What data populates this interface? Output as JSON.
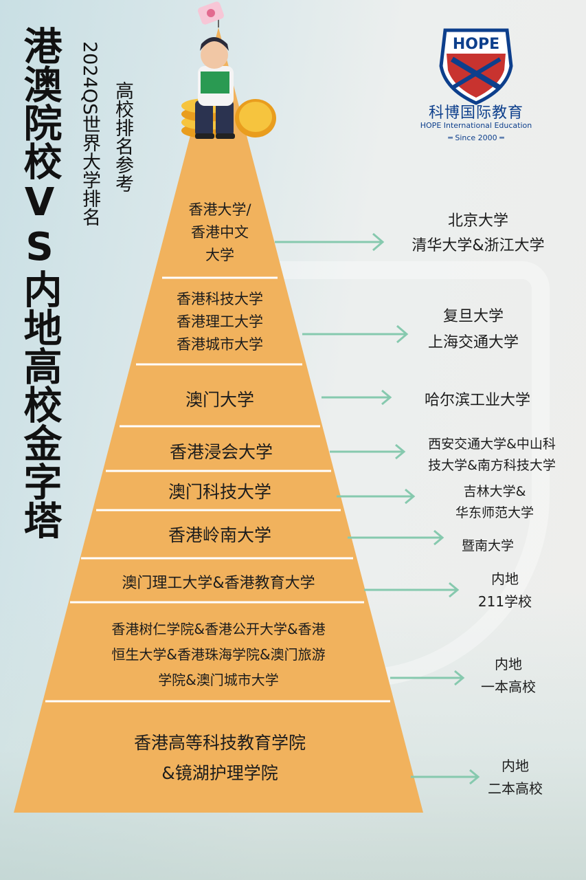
{
  "title": "港澳院校VS内地高校金字塔",
  "subtitle_1": "2024QS世界大学排名",
  "subtitle_2": "高校排名参考",
  "logo": {
    "shield_text": "HOPE",
    "name_cn": "科博国际教育",
    "name_en": "HOPE International Education",
    "since": "═ Since 2000 ═"
  },
  "colors": {
    "pyramid": "#f1b25d",
    "divider": "#ffffff",
    "arrow": "#86c9ae",
    "brand_blue": "#0d3f8c",
    "brand_red": "#c8332f"
  },
  "tiers": [
    {
      "lines": [
        "香港大学/",
        "香港中文",
        "大学"
      ],
      "match": [
        "北京大学",
        "清华大学&浙江大学"
      ]
    },
    {
      "lines": [
        "香港科技大学",
        "香港理工大学",
        "香港城市大学"
      ],
      "match": [
        "复旦大学",
        "上海交通大学"
      ]
    },
    {
      "lines": [
        "澳门大学"
      ],
      "match": [
        "哈尔滨工业大学"
      ]
    },
    {
      "lines": [
        "香港浸会大学"
      ],
      "match": [
        "西安交通大学&中山科",
        "技大学&南方科技大学"
      ]
    },
    {
      "lines": [
        "澳门科技大学"
      ],
      "match": [
        "吉林大学&",
        "华东师范大学"
      ]
    },
    {
      "lines": [
        "香港岭南大学"
      ],
      "match": [
        "暨南大学"
      ]
    },
    {
      "lines": [
        "澳门理工大学&香港教育大学"
      ],
      "match": [
        "内地",
        "211学校"
      ]
    },
    {
      "lines": [
        "香港树仁学院&香港公开大学&香港",
        "恒生大学&香港珠海学院&澳门旅游",
        "学院&澳门城市大学"
      ],
      "match": [
        "内地",
        "一本高校"
      ]
    },
    {
      "lines": [
        "香港高等科技教育学院",
        "&镜湖护理学院"
      ],
      "match": [
        "内地",
        "二本高校"
      ]
    }
  ]
}
